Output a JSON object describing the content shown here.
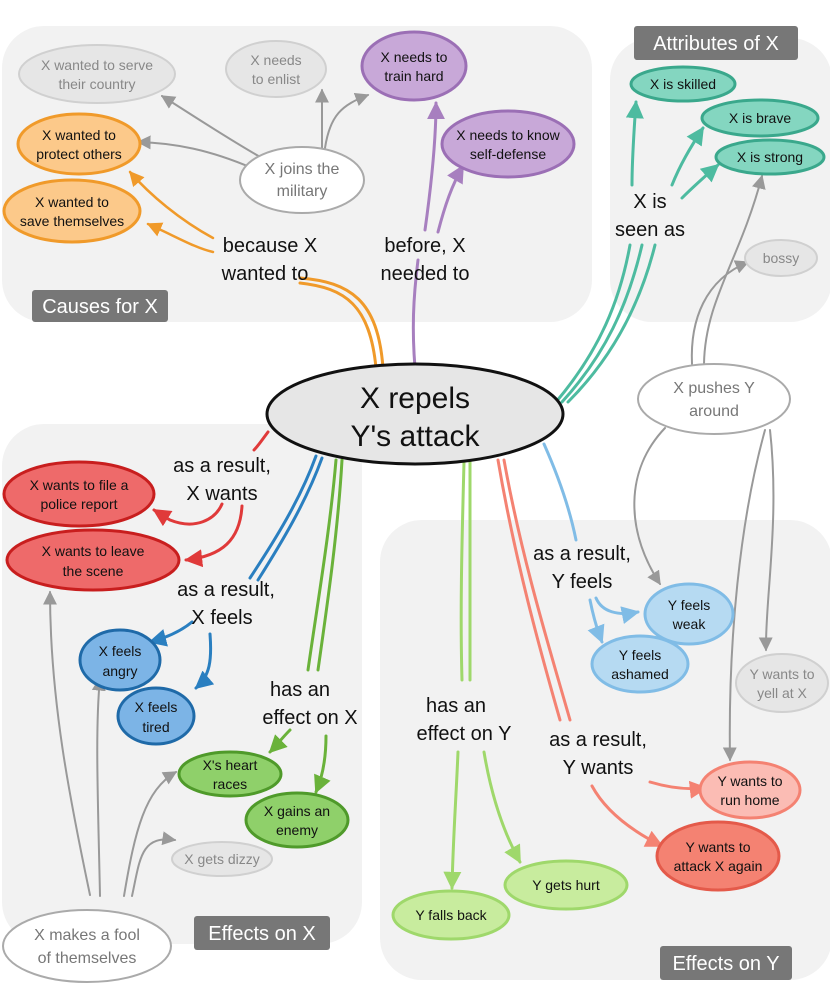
{
  "center": {
    "line1": "X repels",
    "line2": "Y's attack"
  },
  "sections": {
    "causes": "Causes for X",
    "attributes": "Attributes of X",
    "effects_x": "Effects on X",
    "effects_y": "Effects on Y"
  },
  "edge_labels": {
    "because": [
      "because X",
      "wanted to"
    ],
    "before": [
      "before, X",
      "needed to"
    ],
    "seen_as": [
      "X is",
      "seen as"
    ],
    "x_wants": [
      "as a result,",
      "X wants"
    ],
    "x_feels": [
      "as a result,",
      "X feels"
    ],
    "effect_x": [
      "has an",
      "effect on X"
    ],
    "effect_y": [
      "has an",
      "effect on Y"
    ],
    "y_feels": [
      "as a result,",
      "Y feels"
    ],
    "y_wants": [
      "as a result,",
      "Y wants"
    ]
  },
  "nodes": {
    "serve_country": [
      "X wanted to serve",
      "their country"
    ],
    "needs_enlist": [
      "X needs",
      "to enlist"
    ],
    "train_hard": [
      "X needs to",
      "train hard"
    ],
    "self_defense": [
      "X needs to know",
      "self-defense"
    ],
    "protect_others": [
      "X wanted to",
      "protect others"
    ],
    "joins_military": [
      "X joins the",
      "military"
    ],
    "save_themselves": [
      "X wanted to",
      "save themselves"
    ],
    "skilled": [
      "X is skilled"
    ],
    "brave": [
      "X is brave"
    ],
    "strong": [
      "X is strong"
    ],
    "bossy": [
      "bossy"
    ],
    "pushes_y": [
      "X pushes Y",
      "around"
    ],
    "file_report": [
      "X wants to file a",
      "police report"
    ],
    "leave_scene": [
      "X wants to leave",
      "the scene"
    ],
    "x_angry": [
      "X feels",
      "angry"
    ],
    "x_tired": [
      "X feels",
      "tired"
    ],
    "heart_races": [
      "X's heart",
      "races"
    ],
    "gains_enemy": [
      "X gains an",
      "enemy"
    ],
    "dizzy": [
      "X gets dizzy"
    ],
    "make_fool": [
      "X makes a fool",
      "of themselves"
    ],
    "y_weak": [
      "Y feels",
      "weak"
    ],
    "y_ashamed": [
      "Y feels",
      "ashamed"
    ],
    "yell_at_x": [
      "Y wants to",
      "yell at X"
    ],
    "run_home": [
      "Y wants to",
      "run home"
    ],
    "attack_again": [
      "Y wants to",
      "attack X again"
    ],
    "y_hurt": [
      "Y gets hurt"
    ],
    "falls_back": [
      "Y falls back"
    ]
  },
  "colors": {
    "orange": "#f09a2a",
    "purple": "#a77fbf",
    "teal": "#4dbba0",
    "red": "#e03a3a",
    "blue": "#2a7fc0",
    "green": "#6ab23a",
    "lightgreen": "#9fd86b",
    "lightblue": "#80bce6",
    "salmon": "#f48272",
    "gray": "#999999"
  }
}
